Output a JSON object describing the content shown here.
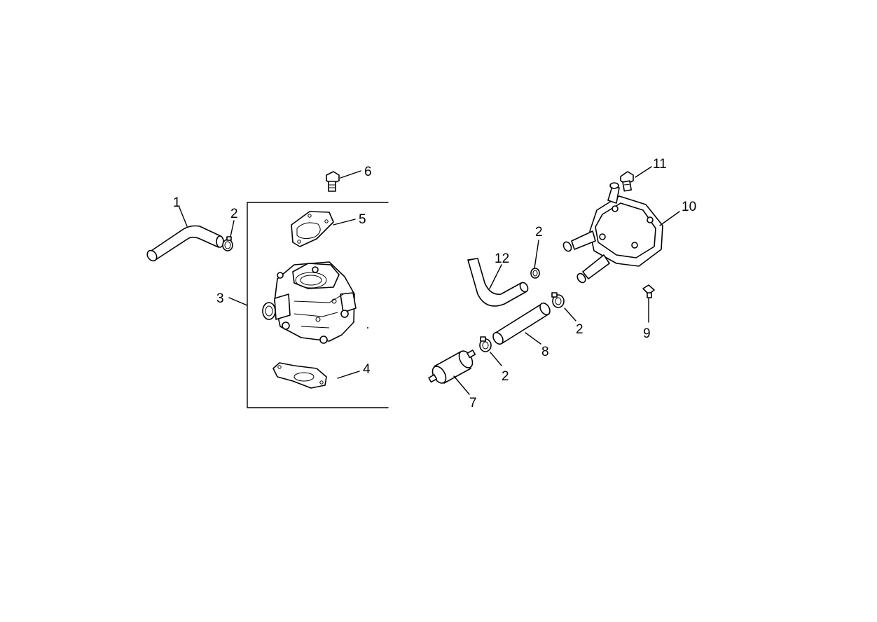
{
  "diagram": {
    "callouts": {
      "hose_1": "1",
      "clamp_2a": "2",
      "carburetor_assembly_3": "3",
      "gasket_4": "4",
      "gasket_5": "5",
      "bolt_6": "6",
      "fuel_filter_7": "7",
      "hose_8": "8",
      "fitting_9": "9",
      "fuel_pump_10": "10",
      "bolt_11": "11",
      "hose_12": "12",
      "clamp_2b": "2",
      "clamp_2c": "2",
      "clamp_2d": "2"
    }
  }
}
